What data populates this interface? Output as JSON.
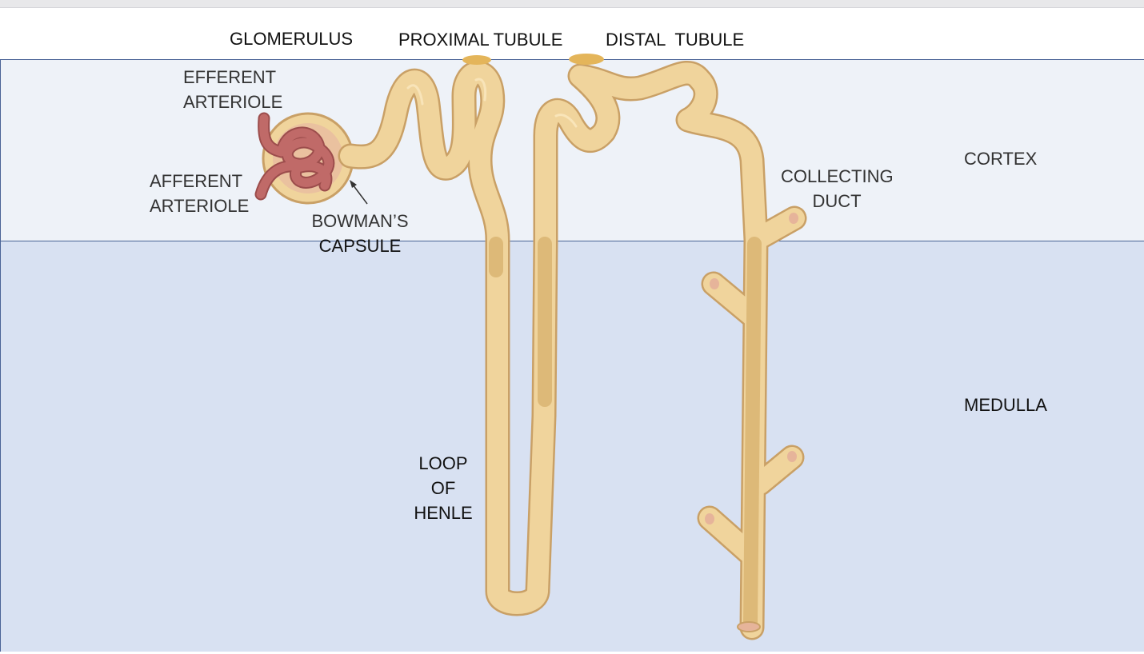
{
  "labels": {
    "glomerulus": "GLOMERULUS",
    "proximal_tubule": "PROXIMAL TUBULE",
    "distal_tubule": "DISTAL  TUBULE",
    "efferent_arteriole": [
      "EFFERENT",
      "ARTERIOLE"
    ],
    "afferent_arteriole": [
      "AFFERENT",
      "ARTERIOLE"
    ],
    "bowmans_capsule": [
      "BOWMAN’S",
      "CAPSULE"
    ],
    "collecting_duct": [
      "COLLECTING",
      "DUCT"
    ],
    "loop_of_henle": [
      "LOOP",
      "OF",
      "HENLE"
    ],
    "cortex": "CORTEX",
    "medulla": "MEDULLA"
  },
  "colors": {
    "cortex_bg": "#eef2f8",
    "medulla_bg": "#d8e1f2",
    "zone_border": "#4a6396",
    "tubule_fill": "#f0d49c",
    "tubule_outline": "#c9a066",
    "tubule_dark": "#ddb978",
    "glomerulus_vessel": "#c06a68",
    "capsule_inner": "#e8b4a0"
  },
  "icons": [
    "arrow-pointer-icon"
  ]
}
